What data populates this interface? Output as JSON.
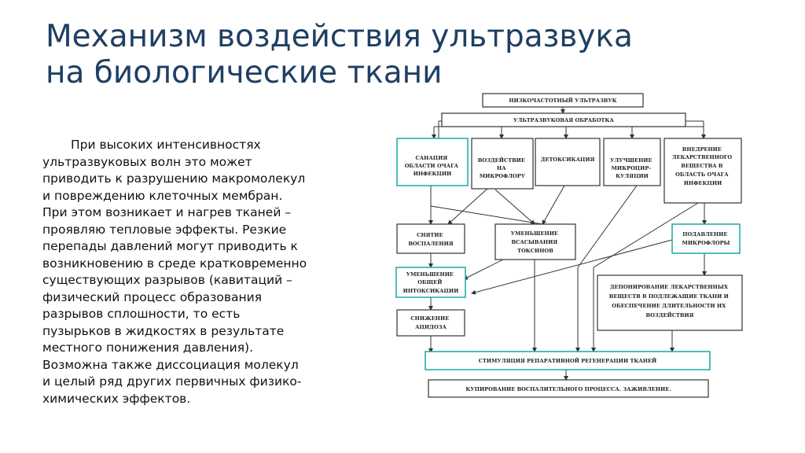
{
  "slide": {
    "title_lines": [
      "Механизм воздействия ультразвука",
      "на биологические ткани"
    ],
    "body_lines": [
      "При высоких интенсивностях",
      "ультразвуковых волн это может",
      "приводить к разрушению макромолекул",
      "и повреждению клеточных мембран.",
      "При этом возникает и нагрев тканей –",
      "проявляю тепловые эффекты. Резкие",
      "перепады давлений могут приводить к",
      "возникновению в среде кратковременно",
      "существующих разрывов (кавитаций –",
      "физический процесс образования",
      "разрывов сплошности, то есть",
      "пузырьков в жидкостях в результате",
      "местного понижения давления).",
      "Возможна также диссоциация молекул",
      "и целый ряд других первичных физико-",
      "химических эффектов."
    ]
  },
  "diagram": {
    "top": "НИЗКОЧАСТОТНЫЙ УЛЬТРАЗВУК",
    "processing": "УЛЬТРАЗВУКОВАЯ ОБРАБОТКА",
    "sanation": [
      "САНАЦИЯ",
      "ОБЛАСТИ ОЧАГА",
      "ИНФЕКЦИИ"
    ],
    "microflora": [
      "ВОЗДЕЙСТВИЕ",
      "НА",
      "МИКРОФЛОРУ"
    ],
    "detox": [
      "ДЕТОКСИКАЦИЯ"
    ],
    "microcirc": [
      "УЛУЧШЕНИЕ",
      "МИКРОЦИР-",
      "КУЛЯЦИИ"
    ],
    "drug": [
      "ВНЕДРЕНИЕ",
      "ЛЕКАРСТВЕННОГО",
      "ВЕЩЕСТВА В",
      "ОБЛАСТЬ ОЧАГА",
      "ИНФЕКЦИИ"
    ],
    "inflammation": [
      "СНЯТИЕ",
      "ВОСПАЛЕНИЯ"
    ],
    "toxin": [
      "УМЕНЬШЕНИЕ",
      "ВСАСЫВАНИЯ",
      "ТОКСИНОВ"
    ],
    "suppress": [
      "ПОДАВЛЕНИЕ",
      "МИКРОФЛОРЫ"
    ],
    "intox": [
      "УМЕНЬШЕНИЕ",
      "ОБЩЕЙ",
      "ИНТОКСИКАЦИИ"
    ],
    "deposit": [
      "ДЕПОНИРОВАНИЕ ЛЕКАРСТВЕННЫХ",
      "ВЕЩЕСТВ В ПОДЛЕЖАЩИЕ ТКАНИ И",
      "ОБЕСПЕЧЕНИЕ ДЛИТЕЛЬНОСТИ ИХ",
      "ВОЗДЕЙСТВИЯ"
    ],
    "acidosis": [
      "СНИЖЕНИЕ",
      "АЦИДОЗА"
    ],
    "regen": "СТИМУЛЯЦИЯ РЕПАРАТИВНОЙ РЕГЕНЕРАЦИИ ТКАНЕЙ",
    "final": "КУПИРОВАНИЕ ВОСПАЛИТЕЛЬНОГО ПРОЦЕССА. ЗАЖИВЛЕНИЕ."
  }
}
